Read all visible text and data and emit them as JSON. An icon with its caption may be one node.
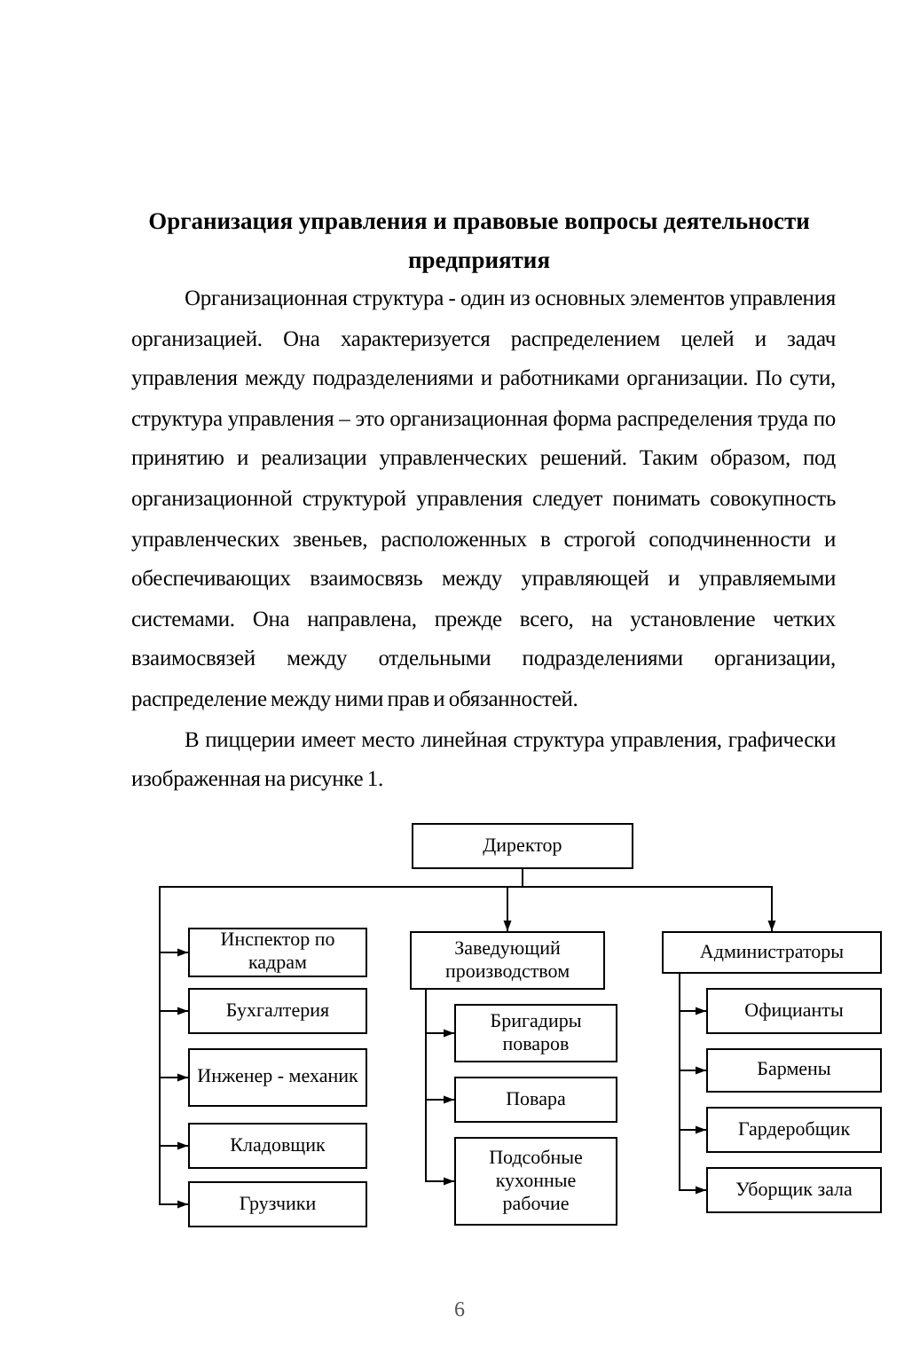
{
  "diagram": {
    "title": "Организация управления и правовые вопросы деятельности предприятия",
    "nodes": [
      {
        "text": [
          "Директор"
        ]
      },
      {
        "text": [
          "Инспектор по кадрам"
        ]
      },
      {
        "text": [
          "Бухгалтерия"
        ]
      },
      {
        "text": [
          "Инженер - механик"
        ]
      },
      {
        "text": [
          "Кладовщик"
        ]
      },
      {
        "text": [
          "Грузчики"
        ]
      },
      {
        "text": [
          "Заведующий производством"
        ]
      },
      {
        "text": [
          "Бригадиры поваров"
        ]
      },
      {
        "text": [
          "Повара"
        ]
      },
      {
        "text": [
          "Подсобные кухонные рабочие"
        ]
      },
      {
        "text": [
          "Администраторы"
        ]
      },
      {
        "text": [
          "Официанты"
        ]
      },
      {
        "text": [
          "Бармены"
        ]
      },
      {
        "text": [
          "Гардеробщик"
        ]
      },
      {
        "text": [
          "Уборщик зала"
        ]
      }
    ],
    "edges": [
      {
        "from": 0,
        "to": 1,
        "arrow": "to"
      },
      {
        "from": 0,
        "to": 2,
        "arrow": "to"
      },
      {
        "from": 0,
        "to": 3,
        "arrow": "to"
      },
      {
        "from": 0,
        "to": 4,
        "arrow": "to"
      },
      {
        "from": 0,
        "to": 5,
        "arrow": "to"
      },
      {
        "from": 0,
        "to": 6,
        "arrow": "to"
      },
      {
        "from": 6,
        "to": 7,
        "arrow": "to"
      },
      {
        "from": 6,
        "to": 8,
        "arrow": "to"
      },
      {
        "from": 6,
        "to": 9,
        "arrow": "to"
      },
      {
        "from": 0,
        "to": 10,
        "arrow": "to"
      },
      {
        "from": 10,
        "to": 11,
        "arrow": "to"
      },
      {
        "from": 10,
        "to": 12,
        "arrow": "to"
      },
      {
        "from": 10,
        "to": 13,
        "arrow": "to"
      },
      {
        "from": 10,
        "to": 14,
        "arrow": "to"
      }
    ],
    "labels": [
      "Организационная структура - один из основных элементов управления организацией. Она характеризуется распределением целей и задач управления между подразделениями и работниками организации. По сути, структура управления – это организационная форма распределения труда по принятию и реализации управленческих решений. Таким образом, под организационной структурой управления следует понимать совокупность управленческих звеньев, расположенных в строгой соподчиненности и обеспечивающих взаимосвязь между управляющей и управляемыми системами. Она направлена, прежде всего, на установление четких взаимосвязей между отдельными подразделениями организации, распределение между ними прав и обязанностей.",
      "В пиццерии имеет место линейная структура управления, графически изображенная на рисунке 1.",
      "6"
    ]
  }
}
